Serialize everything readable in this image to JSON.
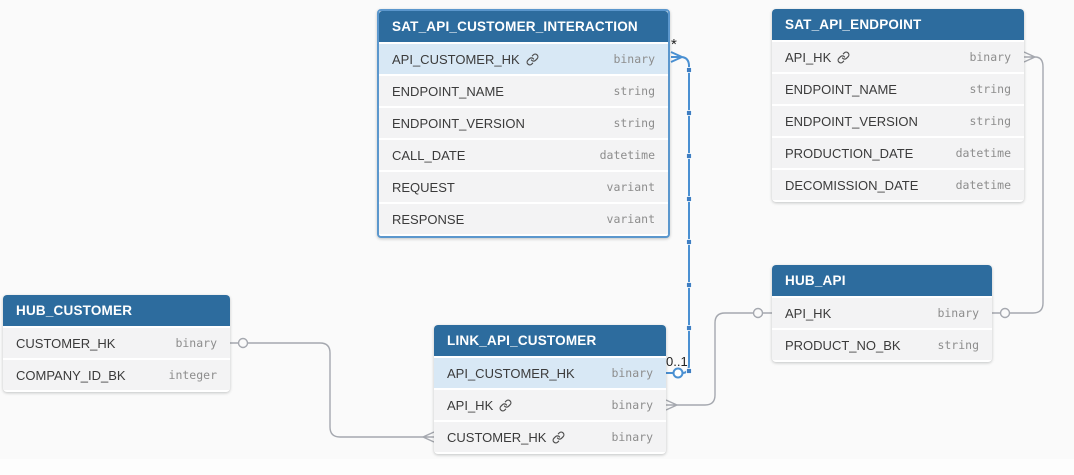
{
  "diagram": {
    "type": "entity-relationship-data-vault",
    "canvas_background": "#fafafa"
  },
  "colors": {
    "table_header_bg": "#2d6c9e",
    "table_header_text": "#ffffff",
    "row_bg": "#f3f3f4",
    "row_highlight_bg": "#d8e8f5",
    "selected_border": "#5b97cd",
    "selected_edge": "#4a90d2",
    "edge_gray": "#a5a8af",
    "column_name_text": "#3b3b3b",
    "column_type_text": "#8d8d8d"
  },
  "tables": [
    {
      "name": "SAT_API_CUSTOMER_INTERACTION",
      "selected": true,
      "columns": [
        {
          "name": "API_CUSTOMER_HK",
          "type": "binary",
          "fk_icon": true,
          "highlighted": true
        },
        {
          "name": "ENDPOINT_NAME",
          "type": "string"
        },
        {
          "name": "ENDPOINT_VERSION",
          "type": "string"
        },
        {
          "name": "CALL_DATE",
          "type": "datetime"
        },
        {
          "name": "REQUEST",
          "type": "variant"
        },
        {
          "name": "RESPONSE",
          "type": "variant"
        }
      ]
    },
    {
      "name": "SAT_API_ENDPOINT",
      "selected": false,
      "columns": [
        {
          "name": "API_HK",
          "type": "binary",
          "fk_icon": true
        },
        {
          "name": "ENDPOINT_NAME",
          "type": "string"
        },
        {
          "name": "ENDPOINT_VERSION",
          "type": "string"
        },
        {
          "name": "PRODUCTION_DATE",
          "type": "datetime"
        },
        {
          "name": "DECOMISSION_DATE",
          "type": "datetime"
        }
      ]
    },
    {
      "name": "HUB_CUSTOMER",
      "selected": false,
      "columns": [
        {
          "name": "CUSTOMER_HK",
          "type": "binary"
        },
        {
          "name": "COMPANY_ID_BK",
          "type": "integer"
        }
      ]
    },
    {
      "name": "LINK_API_CUSTOMER",
      "selected": false,
      "columns": [
        {
          "name": "API_CUSTOMER_HK",
          "type": "binary",
          "highlighted": true
        },
        {
          "name": "API_HK",
          "type": "binary",
          "fk_icon": true
        },
        {
          "name": "CUSTOMER_HK",
          "type": "binary",
          "fk_icon": true
        }
      ]
    },
    {
      "name": "HUB_API",
      "selected": false,
      "columns": [
        {
          "name": "API_HK",
          "type": "binary"
        },
        {
          "name": "PRODUCT_NO_BK",
          "type": "string"
        }
      ]
    }
  ],
  "relationships": [
    {
      "from_table": "SAT_API_CUSTOMER_INTERACTION",
      "from_column": "API_CUSTOMER_HK",
      "to_table": "LINK_API_CUSTOMER",
      "to_column": "API_CUSTOMER_HK",
      "from_cardinality": "*",
      "to_cardinality": "0..1",
      "from_marker": "many-crowfoot",
      "to_marker": "zero-or-one-circle",
      "selected": true
    },
    {
      "from_table": "HUB_CUSTOMER",
      "from_column": "CUSTOMER_HK",
      "to_table": "LINK_API_CUSTOMER",
      "to_column": "CUSTOMER_HK",
      "from_marker": "zero-or-one-circle",
      "to_marker": "many-crowfoot",
      "selected": false
    },
    {
      "from_table": "LINK_API_CUSTOMER",
      "from_column": "API_HK",
      "to_table": "HUB_API",
      "to_column": "API_HK",
      "from_marker": "many-crowfoot",
      "to_marker": "zero-or-one-circle",
      "selected": false
    },
    {
      "from_table": "HUB_API",
      "from_column": "API_HK",
      "to_table": "SAT_API_ENDPOINT",
      "to_column": "API_HK",
      "from_marker": "zero-or-one-circle",
      "to_marker": "many-crowfoot",
      "selected": false
    }
  ]
}
